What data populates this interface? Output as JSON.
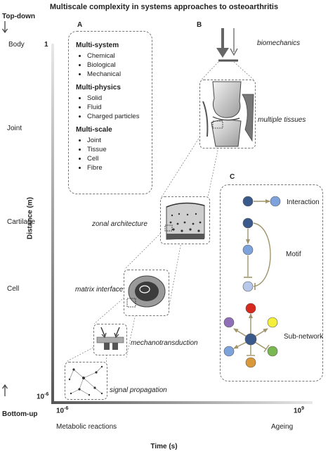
{
  "title": "Multiscale complexity in systems approaches to osteoarthritis",
  "y_axis": {
    "top_label": "Top-down",
    "bottom_label": "Bottom-up",
    "label": "Distance (m)",
    "levels": [
      "Body",
      "Joint",
      "Cartilage",
      "Cell"
    ],
    "max_tick": "1",
    "min_tick": "10",
    "min_tick_exp": "-6"
  },
  "x_axis": {
    "label": "Time (s)",
    "min_tick": "10",
    "min_tick_exp": "-6",
    "max_tick": "10",
    "max_tick_exp": "9",
    "left_caption": "Metabolic reactions",
    "right_caption": "Ageing"
  },
  "panel_a": {
    "letter": "A",
    "groups": [
      {
        "heading": "Multi-system",
        "items": [
          "Chemical",
          "Biological",
          "Mechanical"
        ]
      },
      {
        "heading": "Multi-physics",
        "items": [
          "Solid",
          "Fluid",
          "Charged particles"
        ]
      },
      {
        "heading": "Multi-scale",
        "items": [
          "Joint",
          "Tissue",
          "Cell",
          "Fibre"
        ]
      }
    ]
  },
  "panel_b": {
    "letter": "B",
    "labels": {
      "biomechanics": "biomechanics",
      "multiple_tissues": "multiple tissues",
      "zonal_architecture": "zonal architecture",
      "matrix_interface": "matrix interface",
      "mechanotransduction": "mechanotransduction",
      "signal_propagation": "signal propagation"
    }
  },
  "panel_c": {
    "letter": "C",
    "labels": {
      "interaction": "Interaction",
      "motif": "Motif",
      "subnetwork": "Sub-network"
    },
    "colors": {
      "node_dark": "#3a5a8c",
      "node_light": "#7ea3dc",
      "node_pale": "#b7c8ea",
      "edge": "#a0946a",
      "red": "#d62a1e",
      "yellow": "#f4ef3a",
      "purple": "#8e6fb8",
      "green": "#79b850",
      "orange": "#d9983a"
    }
  }
}
